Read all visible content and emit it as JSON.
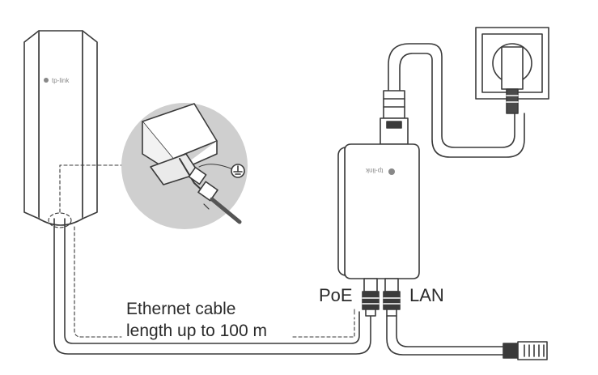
{
  "labels": {
    "poe": "PoE",
    "lan": "LAN",
    "cable_line1": "Ethernet cable",
    "cable_line2": "length up to 100 m"
  },
  "branding": {
    "access_point_logo": "tp-link",
    "injector_logo": "tp-link"
  },
  "icons": [
    "ground-symbol-icon"
  ],
  "colors": {
    "line": "#3a3a3a",
    "detail_circle": "#cfcfcf",
    "fill": "#ffffff"
  }
}
